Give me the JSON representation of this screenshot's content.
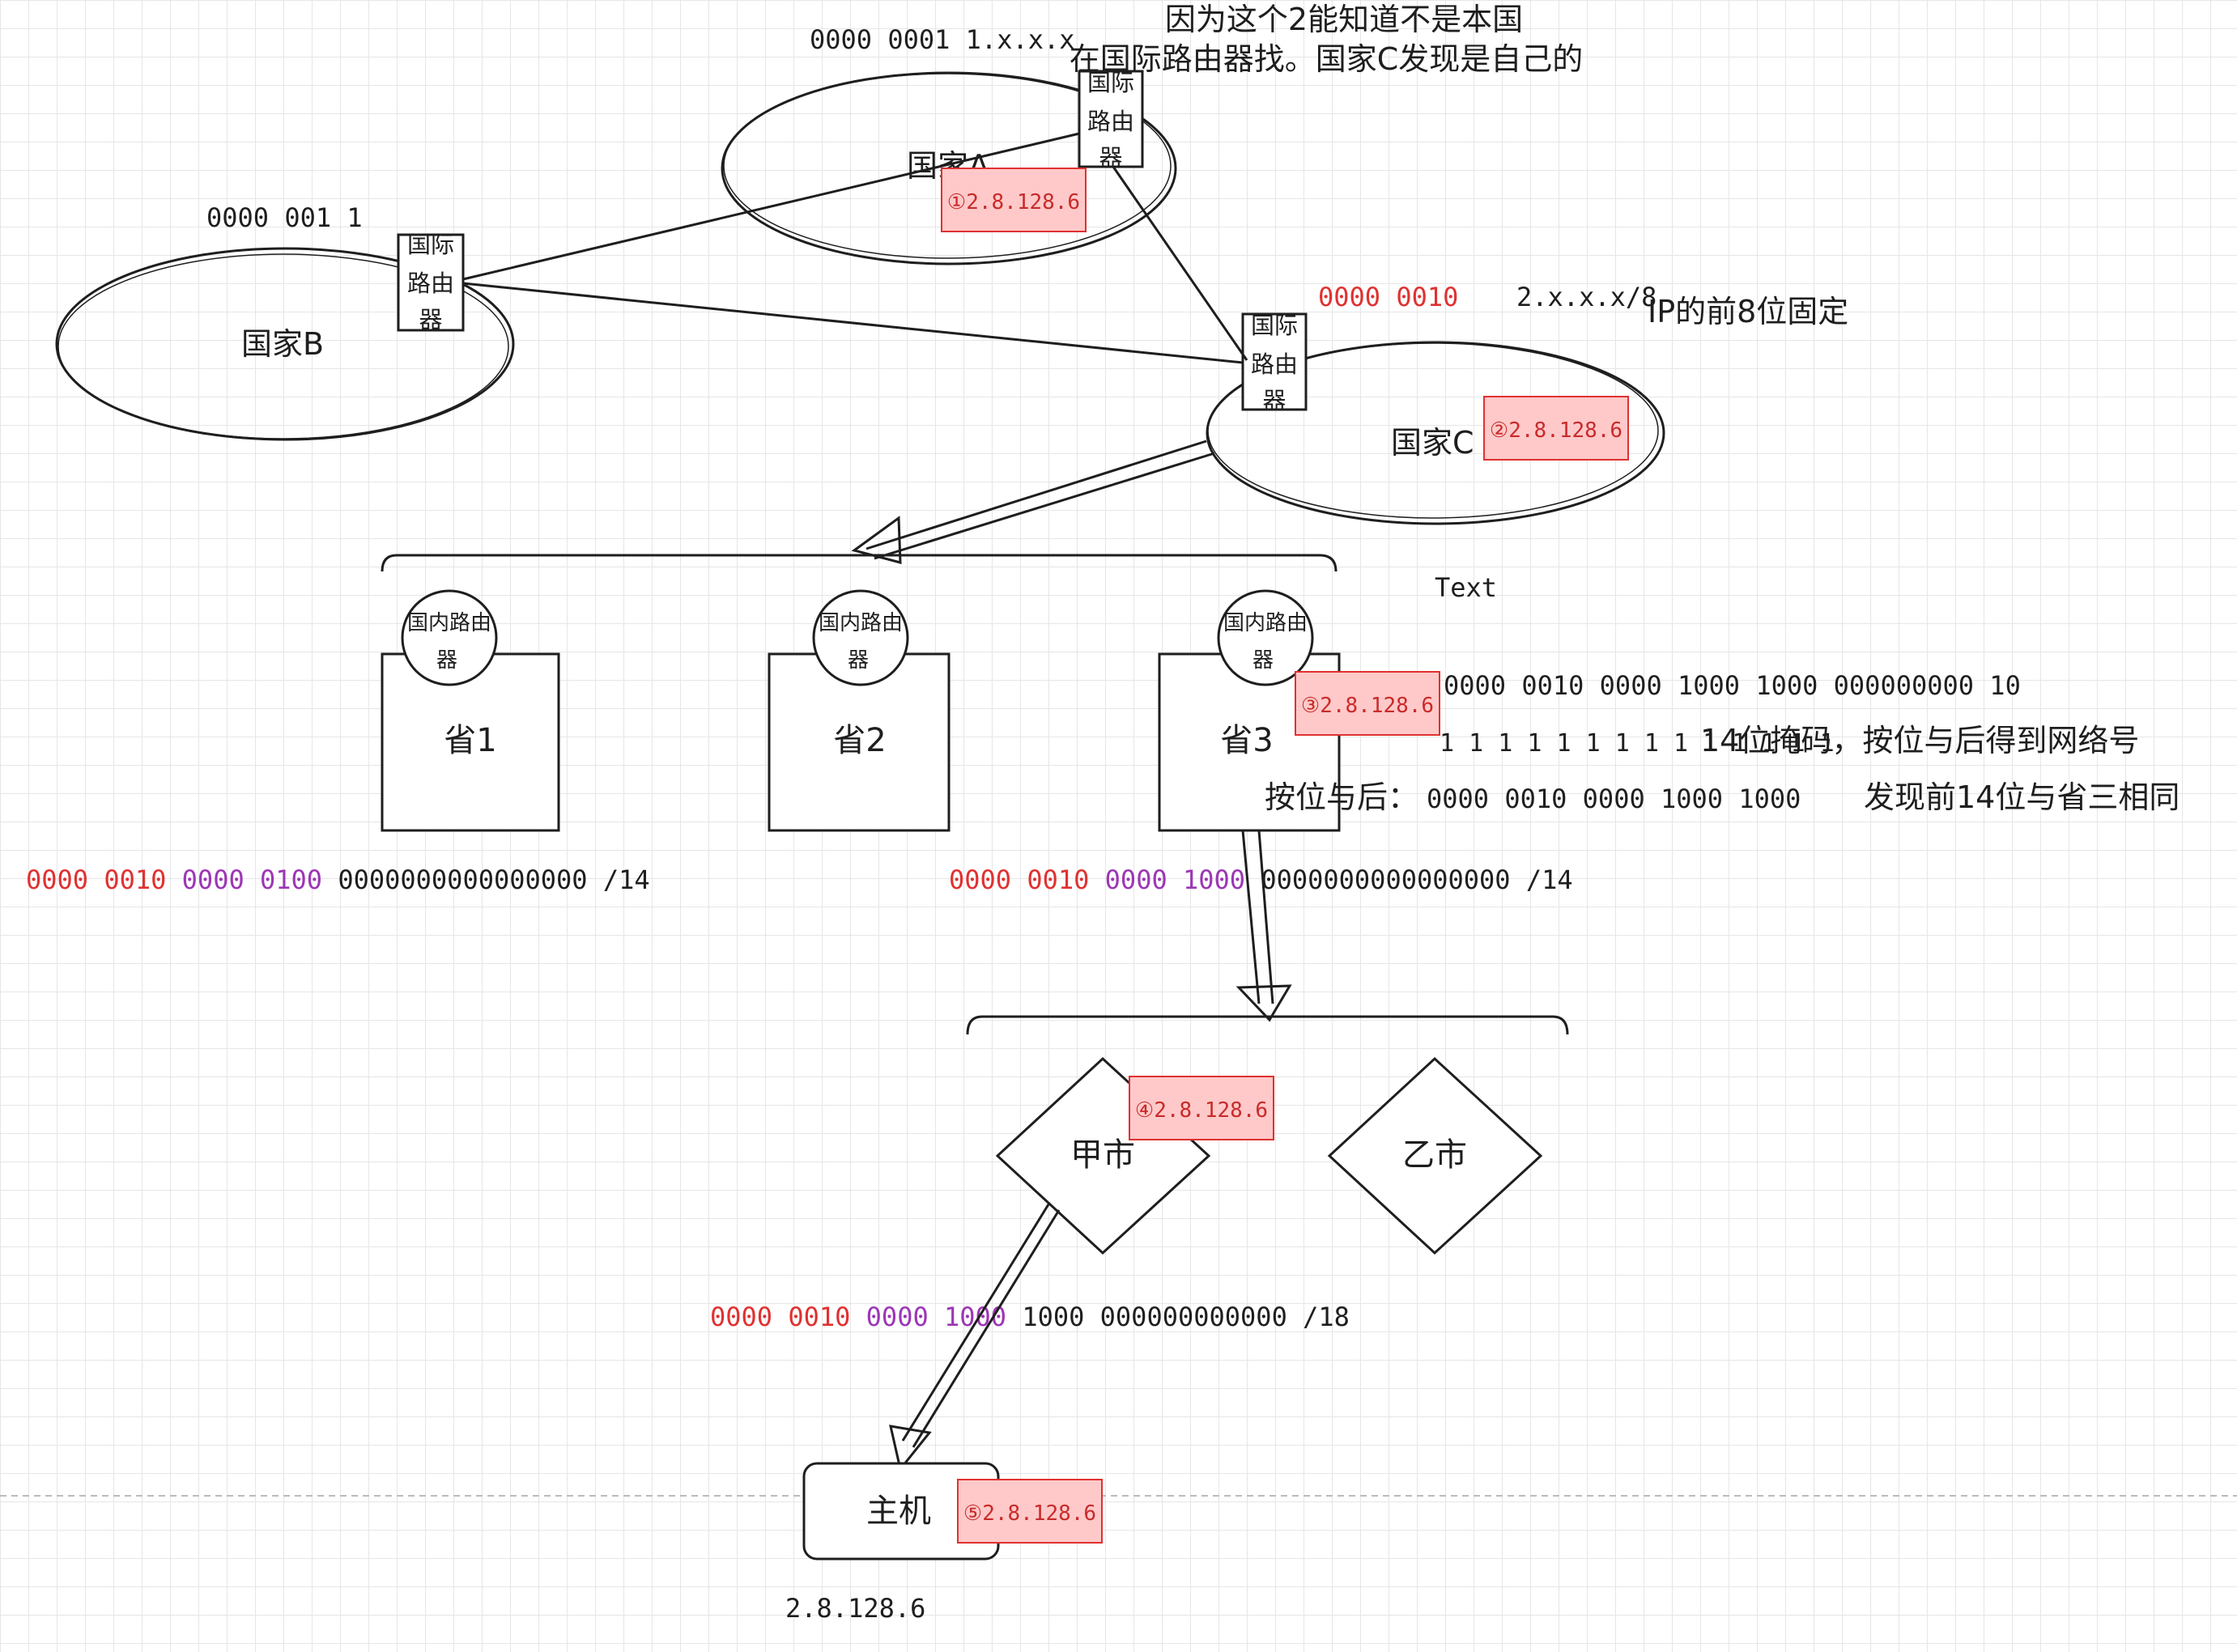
{
  "colors": {
    "ink": "#1e1e1e",
    "red": "#e03131",
    "purple": "#9c36b5",
    "badge_fill": "#ffc9c9",
    "badge_stroke": "#e03131"
  },
  "notes": {
    "top_line1": "因为这个2能知道不是本国",
    "top_line2": "在国际路由器找。国家C发现是自己的",
    "country_a_bits": "0000  0001     1.x.x.x",
    "country_b_bits": "0000  001 1",
    "country_c_bits_red": "0000  0010",
    "country_c_suffix": "2.x.x.x/8",
    "ip_first8": "IP的前8位固定",
    "text_label": "Text",
    "province3_bits": "0000  0010  0000  1000  1000  000000000 10",
    "mask_ones": "1 1 1 1 1 1 1 1 1 1 1 1 1 1",
    "mask_desc": "14位掩码，按位与后得到网络号",
    "and_prefix": "按位与后：",
    "and_bits": "0000  0010  0000  1000  1000",
    "and_result": "发现前14位与省三相同",
    "host_ip": "2.8.128.6"
  },
  "countries": {
    "a": "国家A",
    "b": "国家B",
    "c": "国家C"
  },
  "routers": {
    "intl_line1": "国际",
    "intl_line2": "路由",
    "intl_line3": "器",
    "domestic_line1": "国内路由",
    "domestic_line2": "器"
  },
  "provinces": [
    "省1",
    "省2",
    "省3"
  ],
  "cities": [
    "甲市",
    "乙市"
  ],
  "host": "主机",
  "badges": [
    "①2.8.128.6",
    "②2.8.128.6",
    "③2.8.128.6",
    "④2.8.128.6",
    "⑤2.8.128.6"
  ],
  "binary_rows": {
    "p1": {
      "red": "0000  0010",
      "purple": "0000  0100",
      "rest": "0000000000000000  /14"
    },
    "p3": {
      "red": "0000  0010",
      "purple": "0000  1000",
      "rest": "0000000000000000  /14"
    },
    "city": {
      "red": "0000  0010",
      "purple": "0000  1000",
      "rest": "1000  000000000000  /18"
    }
  }
}
